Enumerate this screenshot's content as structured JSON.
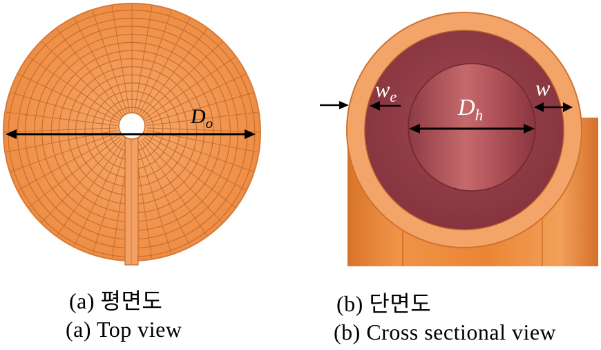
{
  "figure": {
    "panel_a": {
      "label_do_main": "D",
      "label_do_sub": "o",
      "caption_kr": "(a)  평면도",
      "caption_en": "(a)  Top view"
    },
    "panel_b": {
      "label_we_main": "w",
      "label_we_sub": "e",
      "label_w": "w",
      "label_dh_main": "D",
      "label_dh_sub": "h",
      "caption_kr": "(b)  단면도",
      "caption_en": "(b)  Cross sectional view"
    },
    "colors": {
      "copper_light": "#f0a060",
      "copper_orange": "#ef8a3e",
      "copper_line": "#c76a2a",
      "inner_dark": "#8e3b44",
      "core": "#b3575e",
      "pipe": "#e88436"
    }
  }
}
